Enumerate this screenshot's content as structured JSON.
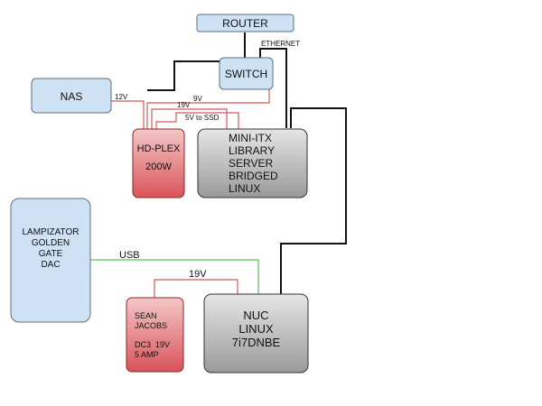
{
  "colors": {
    "blue_fill": "#cfe2f3",
    "blue_stroke": "#5b6f86",
    "red_fill_top": "#f4c7c7",
    "red_fill_bottom": "#d9545a",
    "red_stroke": "#8a2a2a",
    "gray_fill_top": "#e6e6e6",
    "gray_fill_bottom": "#9a9a9a",
    "gray_stroke": "#333333",
    "wire_black": "#111111",
    "wire_red": "#d25a5a",
    "wire_green": "#59c259"
  },
  "nodes": {
    "router": {
      "label": "ROUTER"
    },
    "switch": {
      "label": "SWITCH"
    },
    "nas": {
      "label": "NAS"
    },
    "hdplex": {
      "lines": [
        "HD-PLEX",
        "200W"
      ]
    },
    "server": {
      "lines": [
        "MINI-ITX",
        "LIBRARY",
        "SERVER",
        "BRIDGED",
        "LINUX"
      ]
    },
    "dac": {
      "lines": [
        "LAMPIZATOR",
        "GOLDEN",
        "GATE",
        "DAC"
      ]
    },
    "psu": {
      "lines": [
        "SEAN",
        "JACOBS",
        "DC3  19V",
        "5 AMP"
      ]
    },
    "nuc": {
      "lines": [
        "NUC",
        "LINUX",
        "7i7DNBE"
      ]
    }
  },
  "wires": {
    "ethernet": "ETHERNET",
    "nas_12v": "12V",
    "switch_9v": "9V",
    "server_19v": "19V",
    "ssd_5v": "5V to SSD",
    "usb": "USB",
    "nuc_19v": "19V"
  }
}
